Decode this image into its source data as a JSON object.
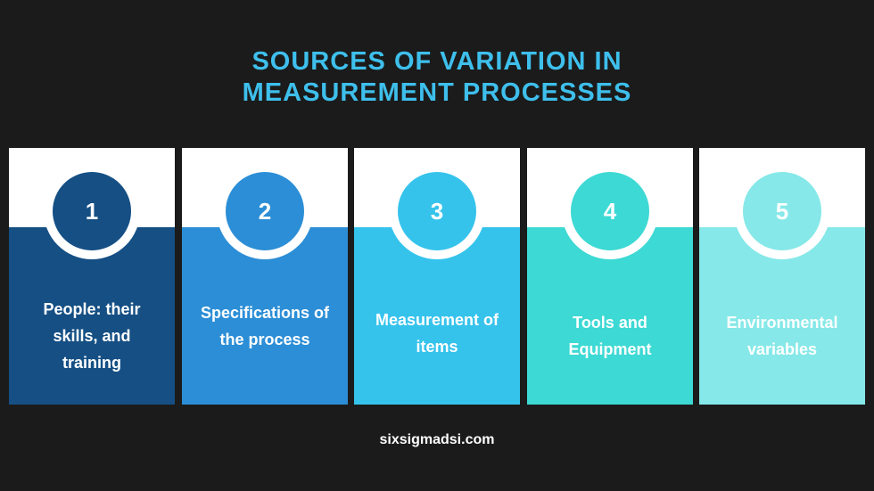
{
  "title": {
    "line1": "SOURCES OF VARIATION IN",
    "line2": "MEASUREMENT PROCESSES"
  },
  "cards": [
    {
      "number": "1",
      "label": "People: their skills, and training",
      "color": "#154f84"
    },
    {
      "number": "2",
      "label": "Specifications of the process",
      "color": "#2c8ed6"
    },
    {
      "number": "3",
      "label": "Measurement of items",
      "color": "#35c3ec"
    },
    {
      "number": "4",
      "label": "Tools and Equipment",
      "color": "#3dd9d4"
    },
    {
      "number": "5",
      "label": "Environmental variables",
      "color": "#86e8e8"
    }
  ],
  "footer": {
    "site": "sixsigmadsi.com"
  },
  "colors": {
    "background": "#1b1b1b",
    "title": "#3ebfec",
    "card_top": "#ffffff"
  }
}
